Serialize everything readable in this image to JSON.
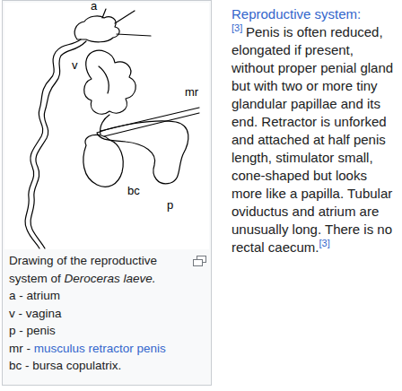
{
  "diagram": {
    "nodes": [
      {
        "text": [
          "Drawing of the reproductive system of",
          "Deroceras laeve.",
          "a - atrium",
          "v - vagina",
          "p - penis",
          "mr -",
          "musculus retractor penis",
          "bc - bursa copulatrix."
        ]
      }
    ],
    "labels": [
      "a",
      "v",
      "p",
      "mr",
      "bc",
      "Reproductive system:",
      "[3]",
      "Penis is often reduced, elongated if present, without proper penial gland but with two or more tiny glandular papillae and its end. Retractor is unforked and attached at half penis length, stimulator small, cone-shaped but looks more like a papilla. Tubular oviductus and atrium are unusually long. There is no rectal caecum.",
      "[3]"
    ]
  }
}
